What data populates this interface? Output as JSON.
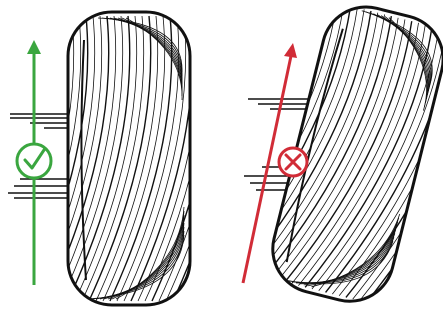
{
  "diagram": {
    "panels": [
      {
        "id": "correct",
        "verdict": "correct",
        "status_icon": "check-circle-icon",
        "axis_icon": "arrow-up-icon",
        "axis_color": "#3aa63f",
        "tire_state": "upright"
      },
      {
        "id": "incorrect",
        "verdict": "incorrect",
        "status_icon": "x-circle-icon",
        "axis_icon": "arrow-up-icon",
        "axis_color": "#d12c37",
        "tire_state": "tilted"
      }
    ],
    "ink_color": "#111111",
    "background": "#ffffff"
  }
}
